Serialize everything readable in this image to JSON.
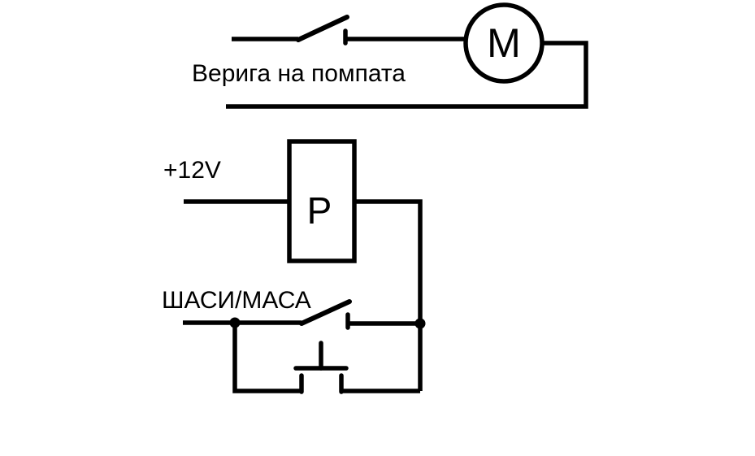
{
  "diagram": {
    "type": "electrical-schematic",
    "colors": {
      "background": "#ffffff",
      "line": "#000000",
      "text": "#000000"
    },
    "pump_circuit": {
      "label": "Верига на помпата",
      "motor_symbol": "M",
      "symbols": [
        "spst-toggle-switch-symbol",
        "motor-symbol"
      ]
    },
    "relay_circuit": {
      "supply_label": "+12V",
      "relay_symbol": "P",
      "symbols": [
        "relay-coil-box-symbol"
      ]
    },
    "ground_circuit": {
      "label": "ШАСИ/МАСА",
      "symbols": [
        "spst-toggle-switch-symbol",
        "momentary-pushbutton-symbol",
        "junction-dot",
        "junction-dot"
      ]
    }
  }
}
